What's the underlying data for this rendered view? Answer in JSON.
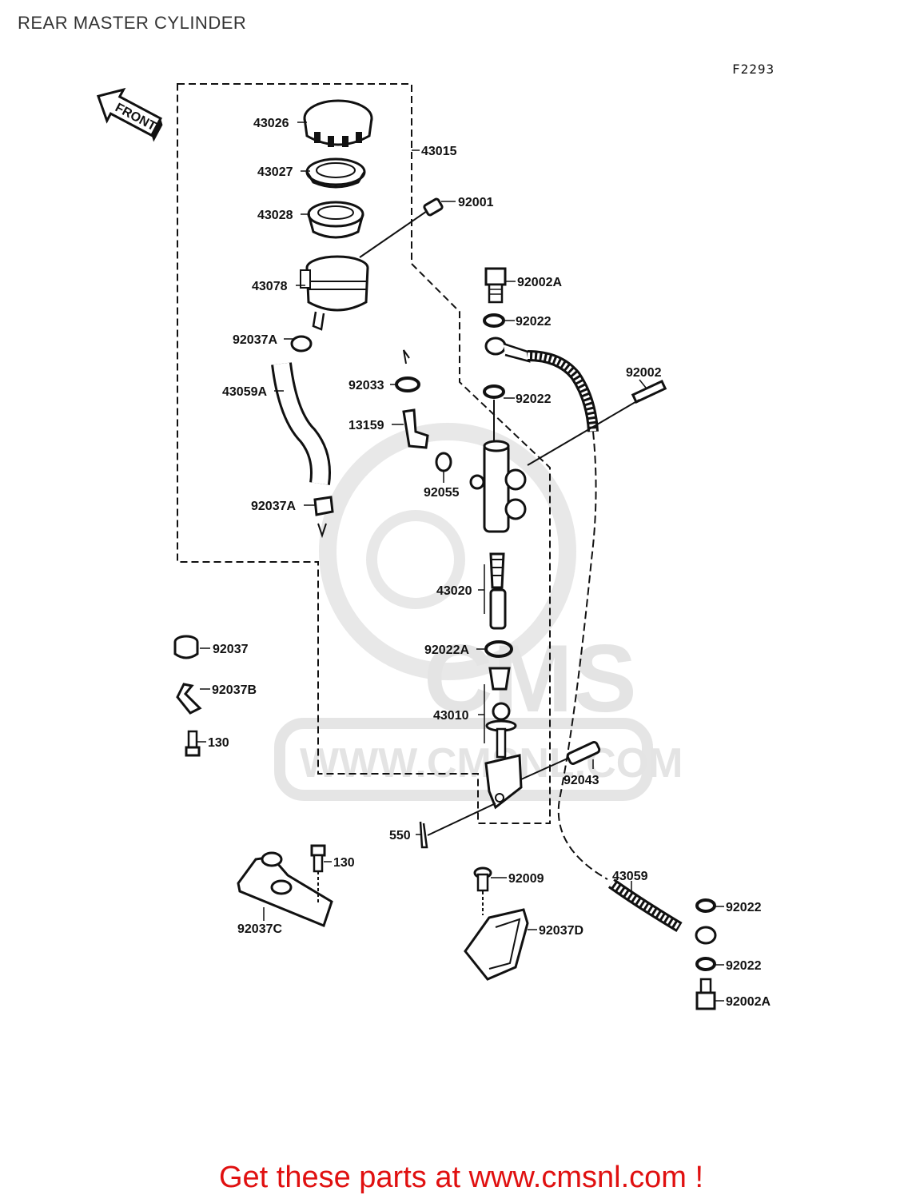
{
  "title": "REAR MASTER CYLINDER",
  "figure_code": "F2293",
  "front_arrow_label": "FRONT",
  "watermark": {
    "logo": "CMS",
    "url": "WWW.CMSNL.COM"
  },
  "footer": {
    "link_text": "Get these parts at www.cmsnl.com !",
    "color": "#e01010"
  },
  "part_labels": {
    "p43026": "43026",
    "p43027": "43027",
    "p43028": "43028",
    "p43015": "43015",
    "p92001": "92001",
    "p43078": "43078",
    "p92037A_top": "92037A",
    "p43059A": "43059A",
    "p92037A_bottom": "92037A",
    "p92002A_top": "92002A",
    "p92022_1": "92022",
    "p92022_2": "92022",
    "p92002": "92002",
    "p92033": "92033",
    "p13159": "13159",
    "p92055": "92055",
    "p43020": "43020",
    "p92022A": "92022A",
    "p43010": "43010",
    "p92043": "92043",
    "p550": "550",
    "p92037": "92037",
    "p92037B": "92037B",
    "p130_a": "130",
    "p130_b": "130",
    "p92037C": "92037C",
    "p92009": "92009",
    "p92037D": "92037D",
    "p43059": "43059",
    "p92022_3": "92022",
    "p92022_4": "92022",
    "p92002A_bottom": "92002A"
  }
}
